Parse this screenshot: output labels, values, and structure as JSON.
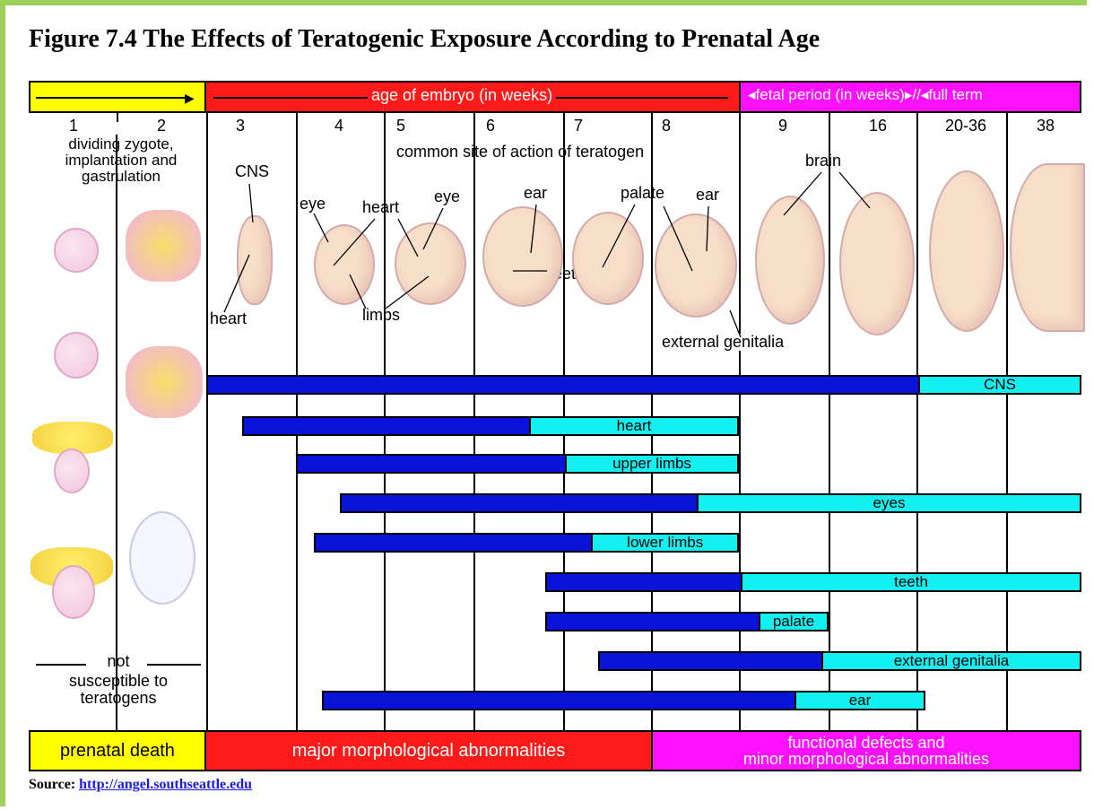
{
  "title": "Figure 7.4 The Effects of Teratogenic Exposure According to Prenatal Age",
  "header": {
    "embryo_label": "age of embryo (in weeks)",
    "fetal_label": "fetal period (in weeks)",
    "full_term_label": "full term"
  },
  "weeks": [
    "1",
    "2",
    "3",
    "4",
    "5",
    "6",
    "7",
    "8",
    "9",
    "16",
    "20-36",
    "38"
  ],
  "annotations": {
    "zygote": "dividing zygote, implantation and gastrulation",
    "common_site": "common site of action of teratogen",
    "cns": "CNS",
    "eye_left": "eye",
    "heart_top": "heart",
    "eye_right": "eye",
    "ear_6": "ear",
    "palate": "palate",
    "ear_8": "ear",
    "brain": "brain",
    "heart_low": "heart",
    "limbs": "limbs",
    "teeth": "teeth",
    "external_genitalia": "external genitalia",
    "not_label": "not",
    "susceptible": "susceptible to teratogens"
  },
  "bars": [
    {
      "label": "CNS",
      "dark_start": 3,
      "light_start": 11,
      "end": 13
    },
    {
      "label": "heart",
      "dark_start": 3.4,
      "light_start": 6.6,
      "end": 9
    },
    {
      "label": "upper limbs",
      "dark_start": 4.0,
      "light_start": 7.0,
      "end": 9
    },
    {
      "label": "eyes",
      "dark_start": 4.5,
      "light_start": 8.5,
      "end": 13
    },
    {
      "label": "lower limbs",
      "dark_start": 4.2,
      "light_start": 7.3,
      "end": 9
    },
    {
      "label": "teeth",
      "dark_start": 6.8,
      "light_start": 9.0,
      "end": 13
    },
    {
      "label": "palate",
      "dark_start": 6.8,
      "light_start": 9.2,
      "end": 10
    },
    {
      "label": "external genitalia",
      "dark_start": 7.4,
      "light_start": 9.9,
      "end": 13
    },
    {
      "label": "ear",
      "dark_start": 4.3,
      "light_start": 9.6,
      "end": 11.1
    }
  ],
  "footer": {
    "prenatal_death": "prenatal death",
    "major": "major morphological abnormalities",
    "functional_line1": "functional defects and",
    "functional_line2": "minor morphological abnormalities"
  },
  "source": {
    "prefix": "Source:",
    "link": "http://angel.southseattle.edu"
  },
  "colors": {
    "sensitive_period": "#0a14d8",
    "less_sensitive": "#14f0f0",
    "prenatal_death": "#ffff00",
    "major": "#ff1a1a",
    "functional": "#ff10ff",
    "frame": "#9fd05a"
  }
}
